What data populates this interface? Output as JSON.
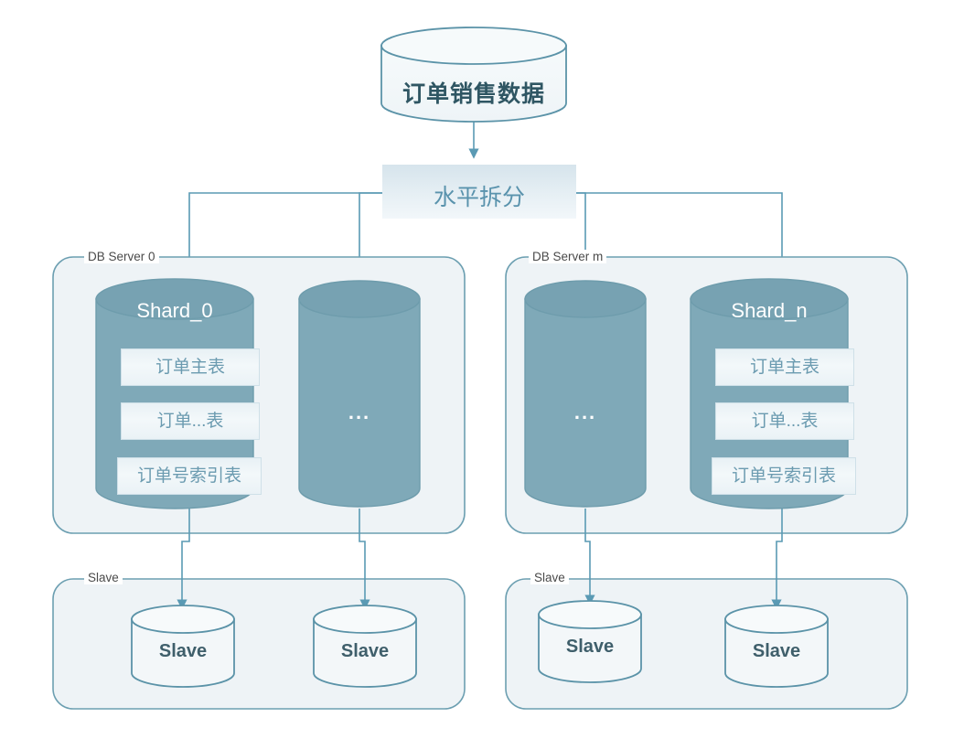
{
  "diagram": {
    "title_node": {
      "label": "订单销售数据"
    },
    "split_node": {
      "label": "水平拆分"
    },
    "groups": [
      {
        "id": "db-server-0",
        "label": "DB Server 0"
      },
      {
        "id": "db-server-m",
        "label": "DB Server m"
      },
      {
        "id": "slave-group-left",
        "label": "Slave"
      },
      {
        "id": "slave-group-right",
        "label": "Slave"
      }
    ],
    "shards": [
      {
        "id": "shard-0",
        "label": "Shard_0",
        "tables": [
          "订单主表",
          "订单...表",
          "订单号索引表"
        ]
      },
      {
        "id": "shard-n",
        "label": "Shard_n",
        "tables": [
          "订单主表",
          "订单...表",
          "订单号索引表"
        ]
      }
    ],
    "placeholder_shards": [
      {
        "id": "shard-placeholder-left",
        "label": "..."
      },
      {
        "id": "shard-placeholder-right",
        "label": "..."
      }
    ],
    "slaves": [
      {
        "id": "slave-0",
        "label": "Slave"
      },
      {
        "id": "slave-1",
        "label": "Slave"
      },
      {
        "id": "slave-2",
        "label": "Slave"
      },
      {
        "id": "slave-3",
        "label": "Slave"
      }
    ],
    "colors": {
      "stroke": "#5b93a8",
      "shard_fill": "#7fa9b8",
      "shard_top": "#77a2b2",
      "group_fill": "#eef3f6",
      "group_stroke": "#6c9fb1",
      "cylinder_fill": "#f3f7f9",
      "split_fill_start": "#dbe7ee",
      "split_fill_end": "#eef4f8",
      "connector": "#5a9ab4",
      "table_text": "#6b9bb0",
      "title_text": "#2f5663",
      "split_text": "#5a93ad",
      "slave_text": "#3f5f6b"
    }
  }
}
